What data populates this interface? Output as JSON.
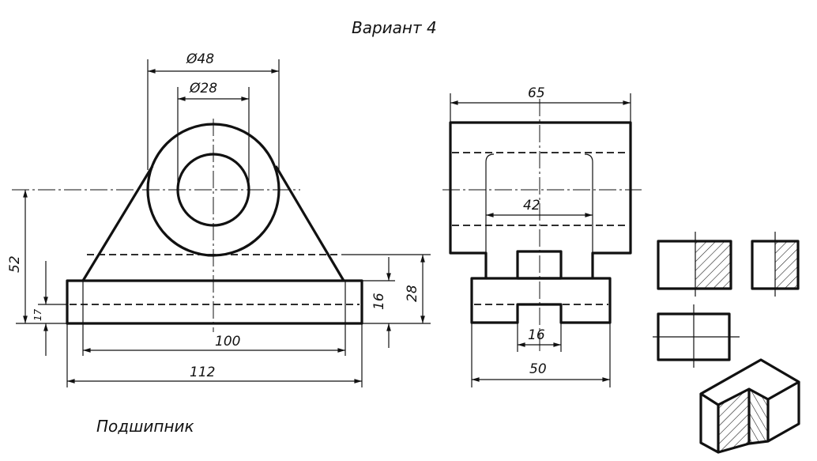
{
  "title": "Вариант 4",
  "caption": "Подшипник",
  "front_view": {
    "dims": {
      "outer_diameter": "Ø48",
      "inner_diameter": "Ø28",
      "center_height": "52",
      "base_offset": "17",
      "base_height": "16",
      "hidden_height": "28",
      "inner_width": "100",
      "overall_width": "112"
    }
  },
  "side_view": {
    "dims": {
      "top_width": "65",
      "inner_gap": "42",
      "slot_width": "16",
      "base_width": "50"
    }
  }
}
